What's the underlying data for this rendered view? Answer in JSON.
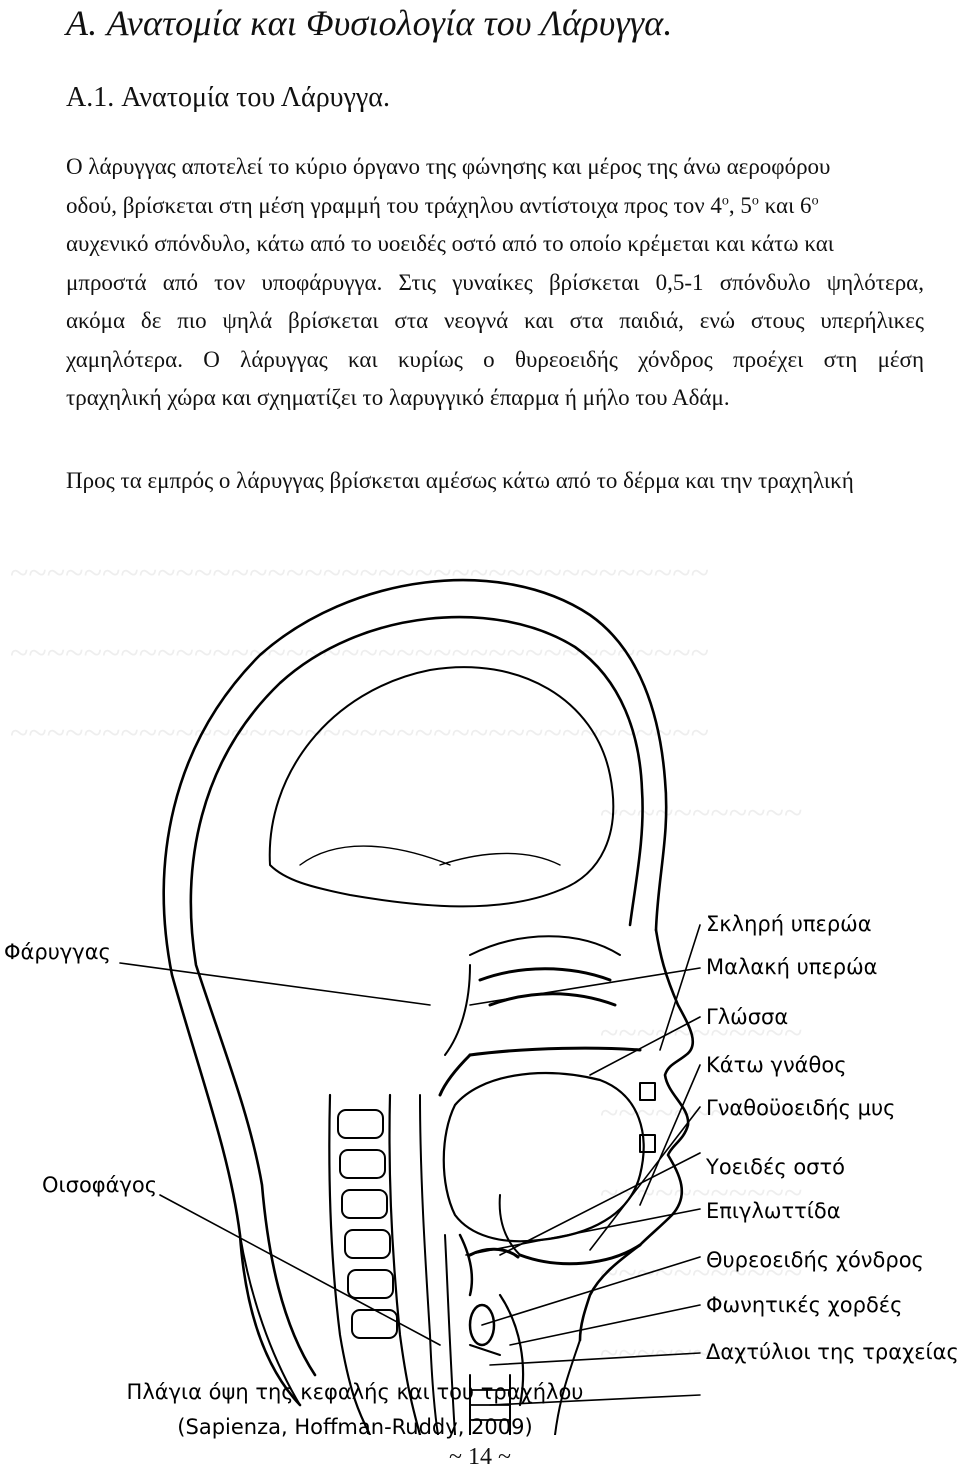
{
  "section_title": "A. Ανατομία και Φυσιολογία του Λάρυγγα.",
  "subsection_title": "A.1. Ανατομία του Λάρυγγα.",
  "paragraph1": {
    "line1": "Ο λάρυγγας αποτελεί το κύριο όργανο της φώνησης και μέρος της άνω αεροφόρου",
    "line2a": "οδού, βρίσκεται στη μέση γραμμή του τράχηλου αντίστοιχα προς τον 4",
    "line2b": ", 5",
    "line2c": " και 6",
    "sup": "ο",
    "line3": "αυχενικό σπόνδυλο, κάτω από το υοειδές οστό από το οποίο κρέμεται και κάτω και",
    "line4": "μπροστά από τον υποφάρυγγα. Στις γυναίκες βρίσκεται 0,5-1 σπόνδυλο ψηλότερα,",
    "line5": "ακόμα δε πιο ψηλά βρίσκεται στα νεογνά και στα παιδιά, ενώ στους υπερήλικες",
    "line6": "χαμηλότερα. Ο λάρυγγας και κυρίως ο θυρεοειδής χόνδρος προέχει στη μέση",
    "line7": "τραχηλική χώρα και σχηματίζει το λαρυγγικό έπαρμα ή μήλο του Αδάμ."
  },
  "paragraph2": {
    "line1": "Προς τα εμπρός ο λάρυγγας βρίσκεται αμέσως κάτω από το δέρμα και την τραχηλική"
  },
  "figure": {
    "labels": {
      "hard_palate": "Σκληρή υπερώα",
      "soft_palate": "Μαλακή υπερώα",
      "tongue": "Γλώσσα",
      "mandible": "Κάτω γνάθος",
      "geniohyoid": "Γναθοϋοειδής μυς",
      "hyoid": "Υοειδές οστό",
      "epiglottis": "Επιγλωττίδα",
      "thyroid_cartilage": "Θυρεοειδής χόνδρος",
      "vocal_folds": "Φωνητικές χορδές",
      "tracheal_rings": "Δαχτύλιοι της τραχείας",
      "pharynx": "Φάρυγγας",
      "esophagus": "Οισοφάγος"
    },
    "caption_line1": "Πλάγια όψη της κεφαλής και του τραχήλου",
    "caption_line2": "(Sapienza, Hoffman-Ruddy, 2009)"
  },
  "page_number": "~ 14 ~"
}
